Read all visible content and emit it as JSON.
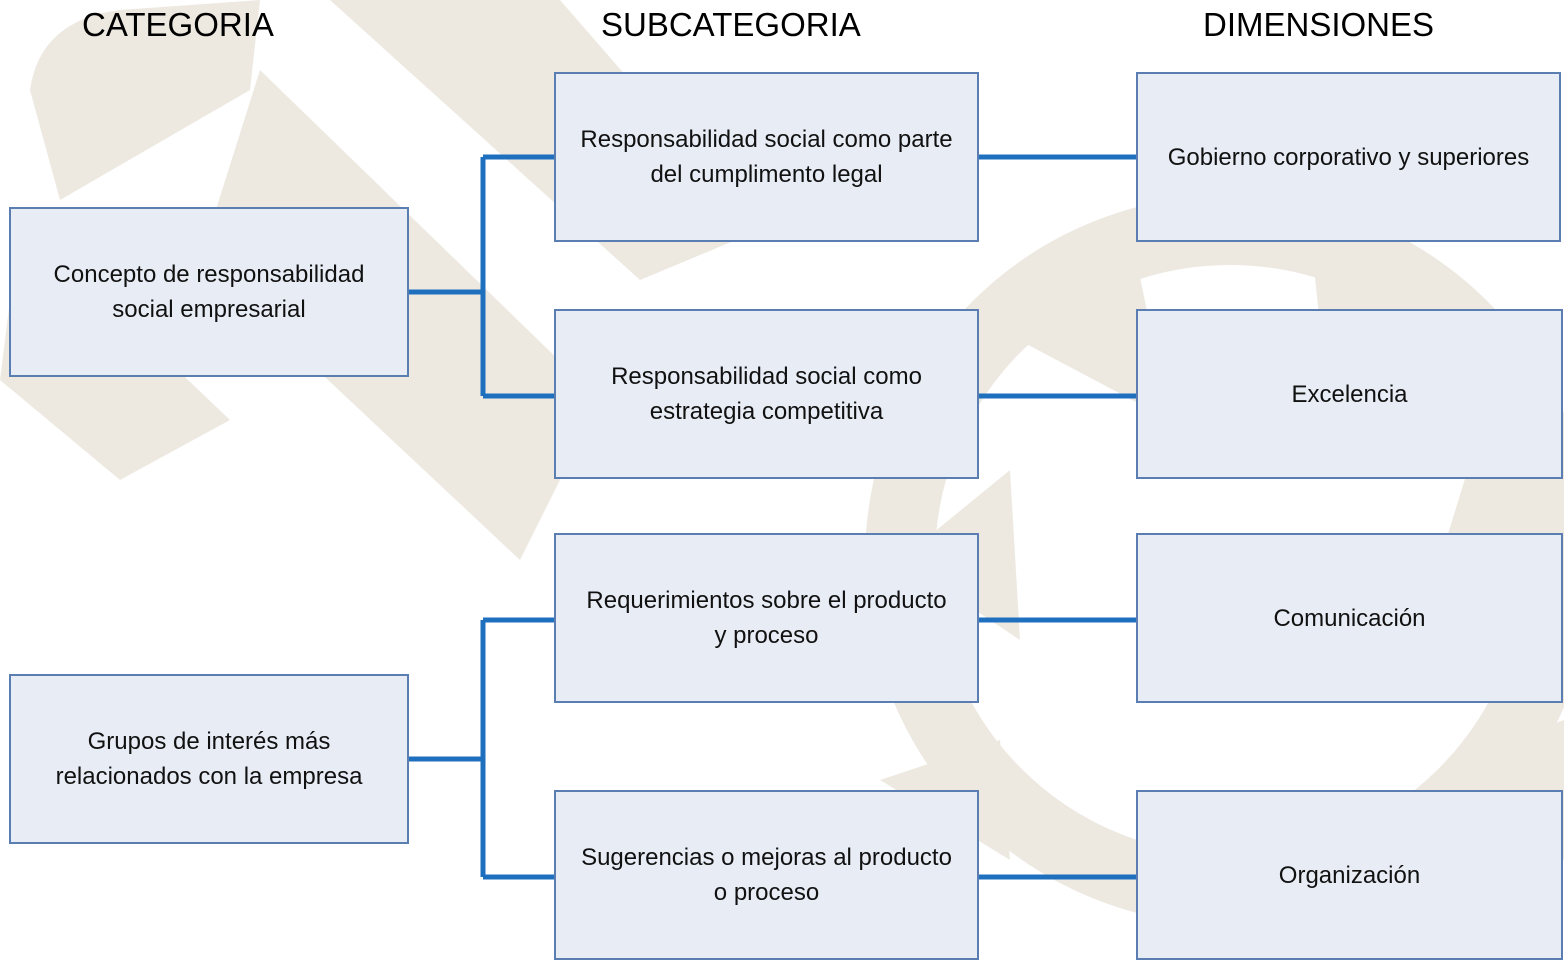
{
  "headers": {
    "category": "CATEGORIA",
    "subcategory": "SUBCATEGORIA",
    "dimensions": "DIMENSIONES"
  },
  "categories": [
    {
      "label": "Concepto de responsabilidad\nsocial empresarial"
    },
    {
      "label": "Grupos de interés más\nrelacionados con la empresa"
    }
  ],
  "subcategories": [
    {
      "label": "Responsabilidad social como parte\ndel cumplimento legal"
    },
    {
      "label": "Responsabilidad social como\nestrategia competitiva"
    },
    {
      "label": "Requerimientos sobre el producto\ny proceso"
    },
    {
      "label": "Sugerencias o mejoras al producto\no proceso"
    }
  ],
  "dimensions": [
    {
      "label": "Gobierno corporativo y superiores"
    },
    {
      "label": "Excelencia"
    },
    {
      "label": "Comunicación"
    },
    {
      "label": "Organización"
    }
  ],
  "colors": {
    "connector": "#1f6fbf",
    "box_fill": "#e8edf5",
    "box_border": "#5a7db2",
    "watermark": "#ede8df"
  }
}
